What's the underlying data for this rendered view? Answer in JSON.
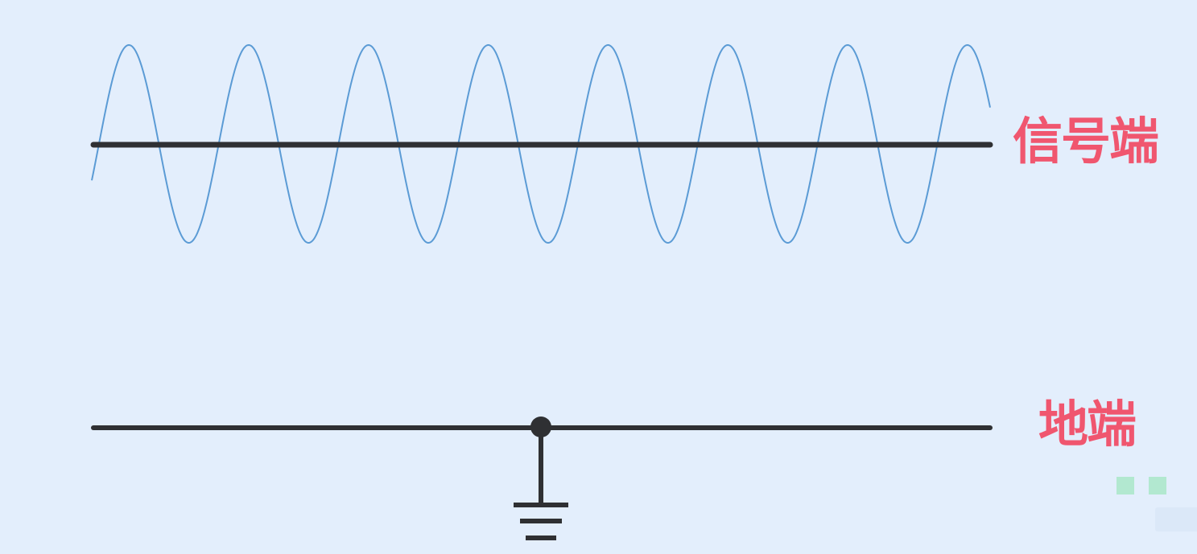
{
  "labels": {
    "signal": "信号端",
    "ground": "地端"
  },
  "colors": {
    "background": "#e3eefc",
    "wire": "#2f3033",
    "wave": "#5b9bd5",
    "label": "#f0566f",
    "indicator": "#a9e6c8"
  },
  "wave": {
    "cycles": 7.5
  },
  "icons": [
    "ground-symbol-icon",
    "junction-dot-icon"
  ]
}
